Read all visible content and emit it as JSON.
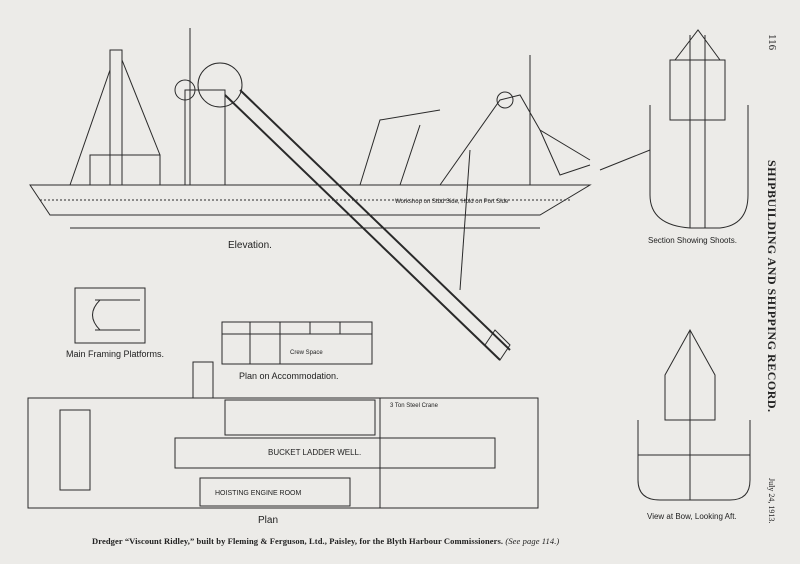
{
  "page_number": "116",
  "running_head": "SHIPBUILDING AND SHIPPING RECORD.",
  "date": "July 24, 1913.",
  "caption": {
    "main": "Dredger “Viscount Ridley,” built by Fleming & Ferguson, Ltd., Paisley, for the Blyth Harbour Commissioners.",
    "ref": "(See page 114.)"
  },
  "drawing_labels": {
    "elevation": "Elevation.",
    "section": "Section Showing Shoots.",
    "framing": "Main Framing Platforms.",
    "accommodation": "Plan on Accommodation.",
    "plan": "Plan",
    "bow_view": "View at Bow, Looking Aft.",
    "ladder_well": "BUCKET LADDER WELL.",
    "engine_room": "HOISTING ENGINE ROOM",
    "crane": "3 Ton Steel Crane",
    "crew_space": "Crew Space",
    "workshop": "Workshop on Stbd Side, Hold on Port Side"
  }
}
